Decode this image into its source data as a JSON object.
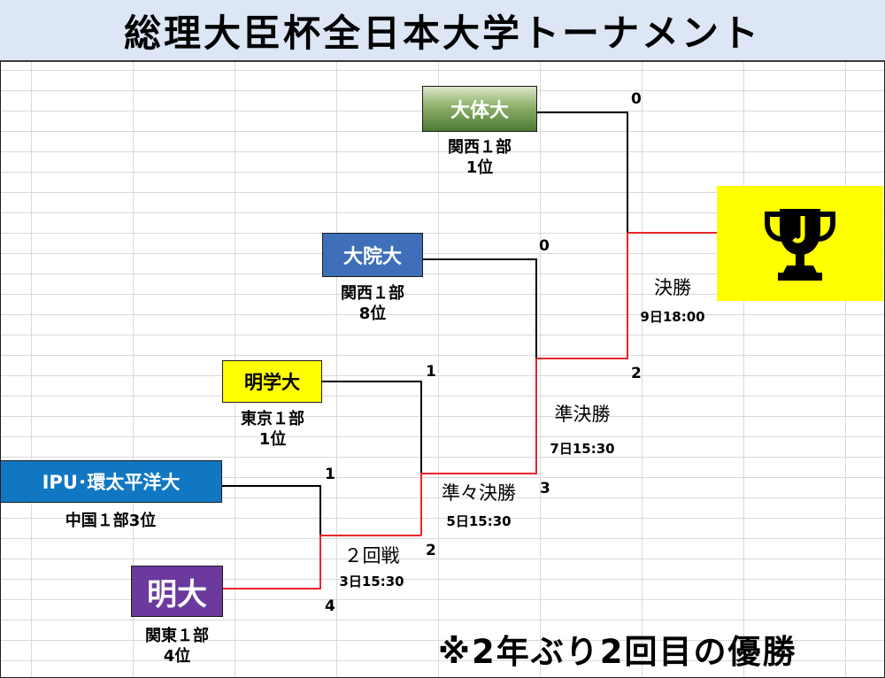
{
  "title": "総理大臣杯全日本大学トーナメント",
  "teams": {
    "daitai": {
      "name": "大体大",
      "league": "関西１部",
      "rank": "1位"
    },
    "daiin": {
      "name": "大院大",
      "league": "関西１部",
      "rank": "8位"
    },
    "meigaku": {
      "name": "明学大",
      "league": "東京１部",
      "rank": "1位"
    },
    "ipu": {
      "name": "IPU･環太平洋大",
      "league": "中国１部3位"
    },
    "meidai": {
      "name": "明大",
      "league": "関東１部",
      "rank": "4位"
    }
  },
  "scores": {
    "daitai": "0",
    "daiin": "0",
    "meigaku": "1",
    "ipu": "1",
    "meidai": "4",
    "round2_winner": "2",
    "qf_winner": "3",
    "sf_winner": "2"
  },
  "rounds": {
    "round2": {
      "name": "２回戦",
      "time": "3日15:30"
    },
    "qf": {
      "name": "準々決勝",
      "time": "5日15:30"
    },
    "sf": {
      "name": "準決勝",
      "time": "7日15:30"
    },
    "final": {
      "name": "決勝",
      "time": "9日18:00"
    }
  },
  "colors": {
    "winner_line": "#e8262c",
    "loser_line": "#000000",
    "trophy_bg": "#ffff00"
  },
  "footnote": "※2年ぶり2回目の優勝"
}
